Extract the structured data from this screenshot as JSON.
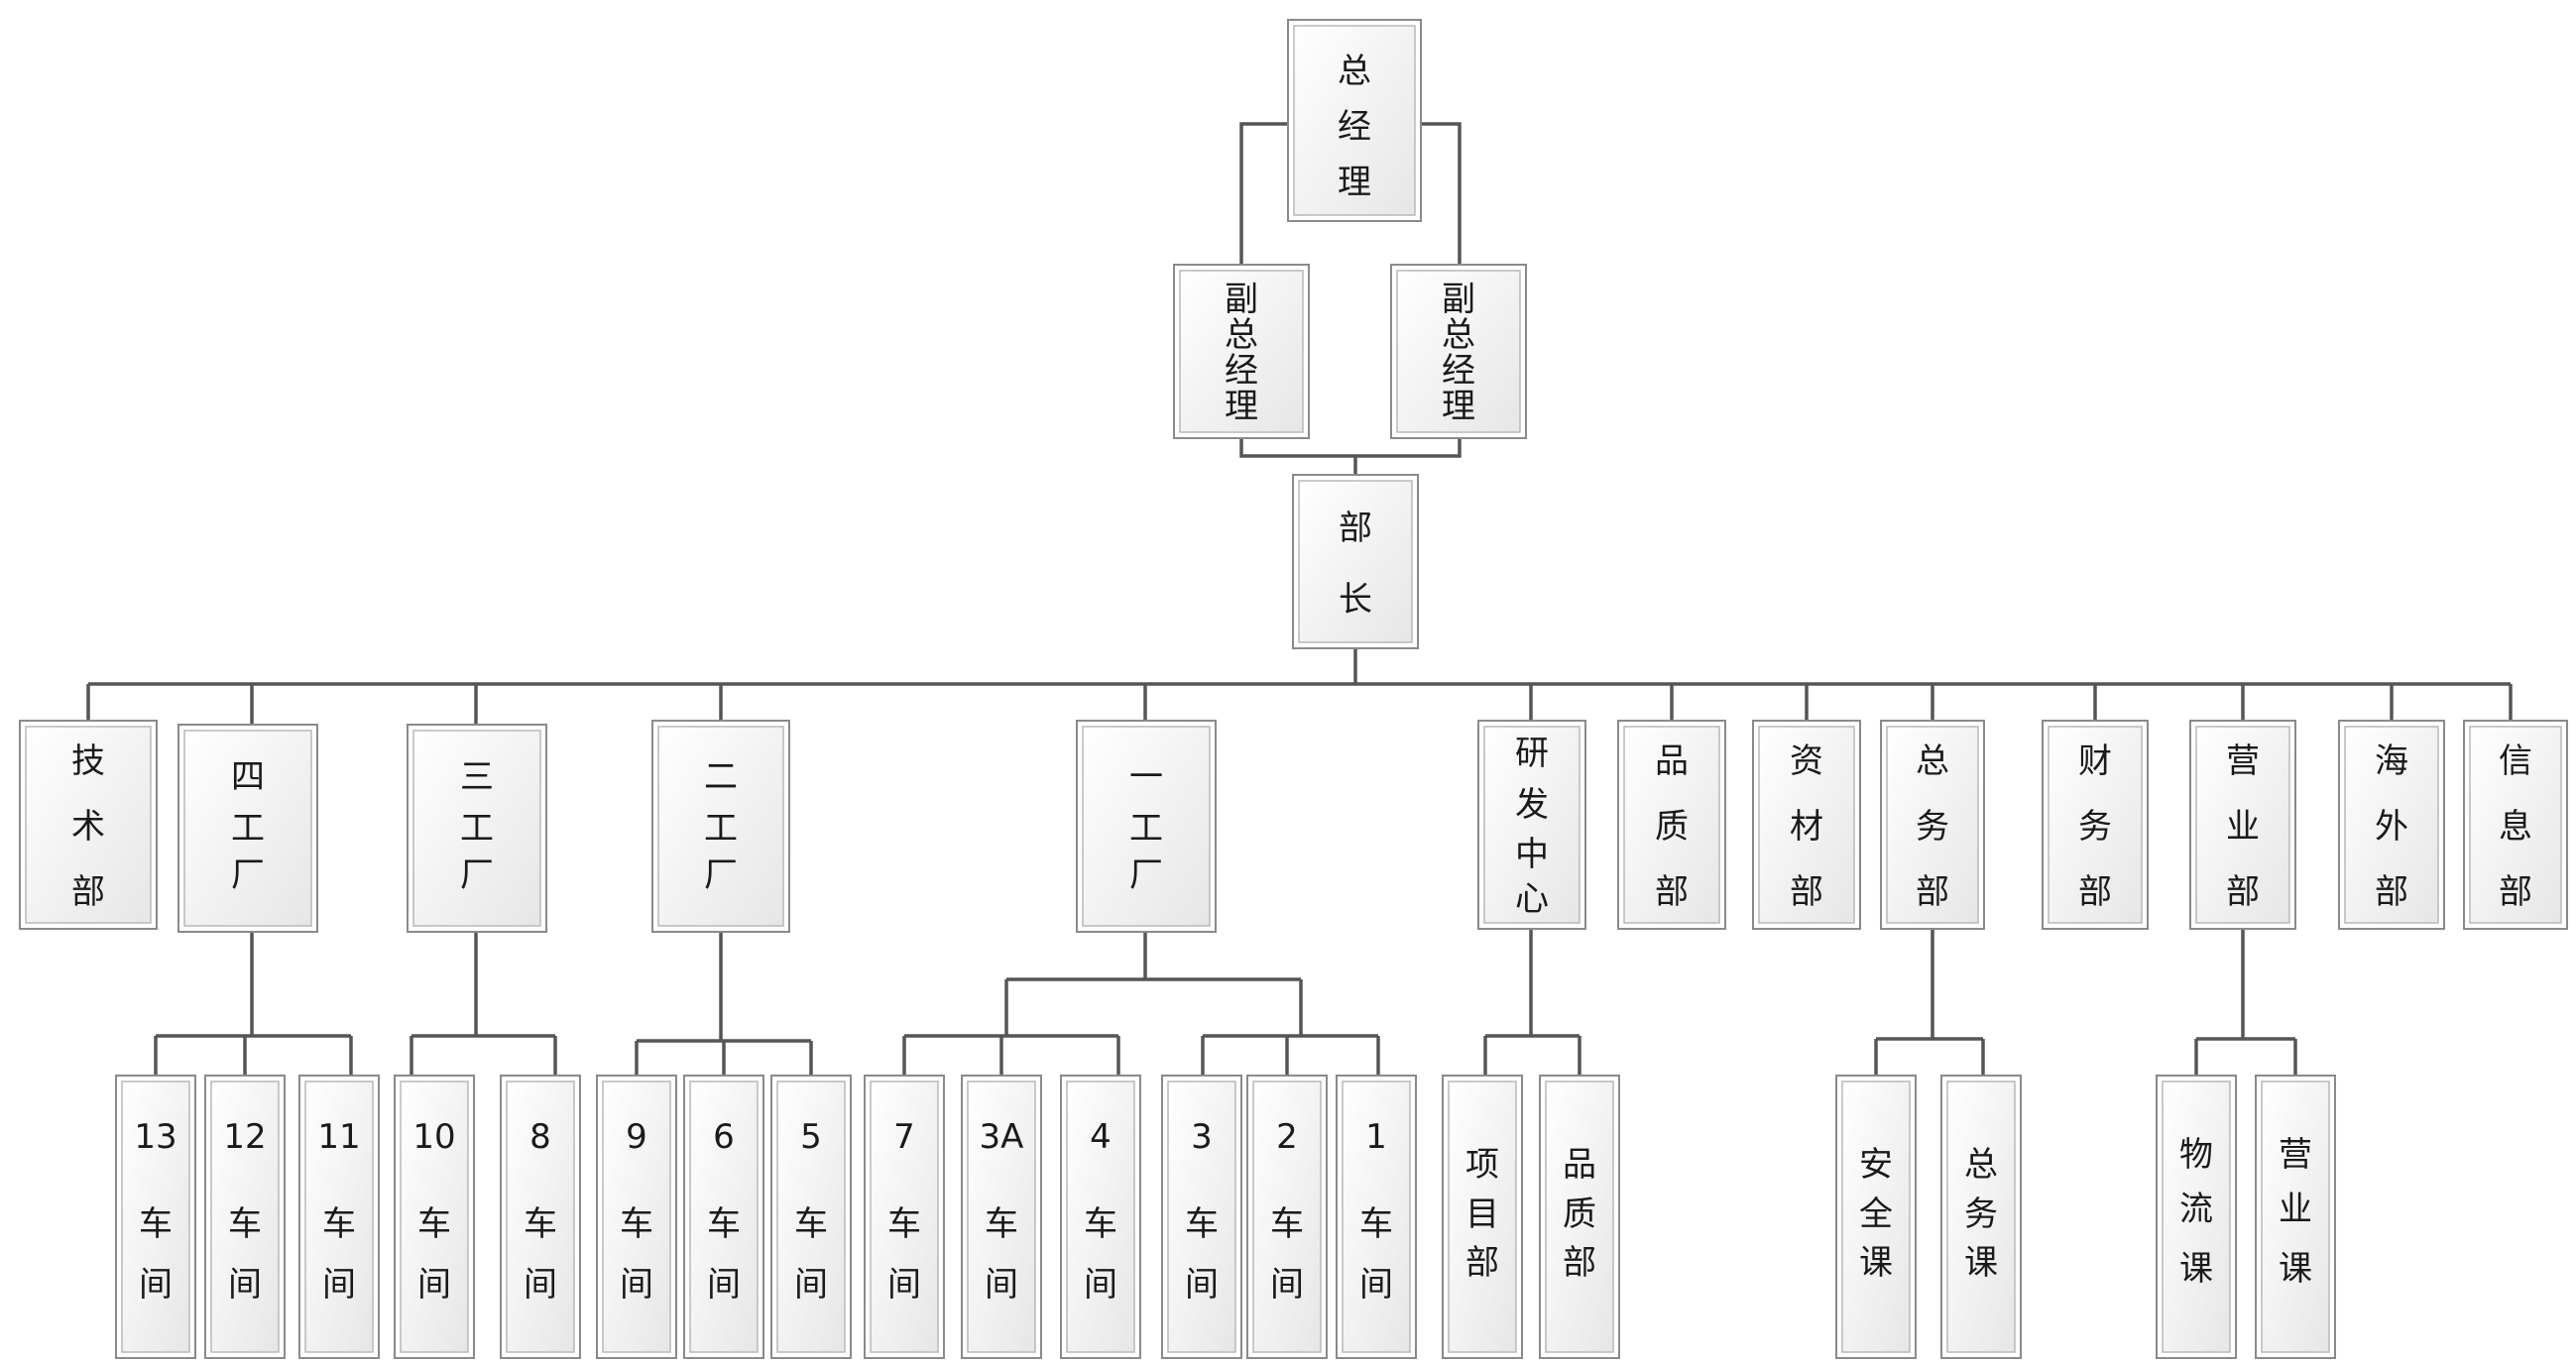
{
  "chart_data": {
    "type": "org-chart",
    "nodes": [
      {
        "id": "gm",
        "label": "总经理",
        "lines": [
          "总",
          "经",
          "理"
        ]
      },
      {
        "id": "dgm1",
        "label": "副总经理",
        "lines": [
          "副",
          "总",
          "经",
          "理"
        ],
        "parent": "gm"
      },
      {
        "id": "dgm2",
        "label": "副总经理",
        "lines": [
          "副",
          "总",
          "经",
          "理"
        ],
        "parent": "gm"
      },
      {
        "id": "minister",
        "label": "部长",
        "lines": [
          "部",
          "长"
        ],
        "parent": [
          "dgm1",
          "dgm2"
        ]
      },
      {
        "id": "tech",
        "label": "技术部",
        "lines": [
          "技",
          "术",
          "部"
        ],
        "parent": "minister"
      },
      {
        "id": "f4",
        "label": "四工厂",
        "lines": [
          "四",
          "工",
          "厂"
        ],
        "parent": "minister"
      },
      {
        "id": "f3",
        "label": "三工厂",
        "lines": [
          "三",
          "工",
          "厂"
        ],
        "parent": "minister"
      },
      {
        "id": "f2",
        "label": "二工厂",
        "lines": [
          "二",
          "工",
          "厂"
        ],
        "parent": "minister"
      },
      {
        "id": "f1",
        "label": "一工厂",
        "lines": [
          "一",
          "工",
          "厂"
        ],
        "parent": "minister"
      },
      {
        "id": "rd",
        "label": "研发中心",
        "lines": [
          "研",
          "发",
          "中",
          "心"
        ],
        "parent": "minister"
      },
      {
        "id": "qa",
        "label": "品质部",
        "lines": [
          "品",
          "质",
          "部"
        ],
        "parent": "minister"
      },
      {
        "id": "mat",
        "label": "资材部",
        "lines": [
          "资",
          "材",
          "部"
        ],
        "parent": "minister"
      },
      {
        "id": "ga",
        "label": "总务部",
        "lines": [
          "总",
          "务",
          "部"
        ],
        "parent": "minister"
      },
      {
        "id": "fin",
        "label": "财务部",
        "lines": [
          "财",
          "务",
          "部"
        ],
        "parent": "minister"
      },
      {
        "id": "sales",
        "label": "营业部",
        "lines": [
          "营",
          "业",
          "部"
        ],
        "parent": "minister"
      },
      {
        "id": "overseas",
        "label": "海外部",
        "lines": [
          "海",
          "外",
          "部"
        ],
        "parent": "minister"
      },
      {
        "id": "info",
        "label": "信息部",
        "lines": [
          "信",
          "息",
          "部"
        ],
        "parent": "minister"
      },
      {
        "id": "ws13",
        "label": "13车间",
        "lines": [
          "13",
          "车",
          "间"
        ],
        "parent": "f4"
      },
      {
        "id": "ws12",
        "label": "12车间",
        "lines": [
          "12",
          "车",
          "间"
        ],
        "parent": "f4"
      },
      {
        "id": "ws11",
        "label": "11车间",
        "lines": [
          "11",
          "车",
          "间"
        ],
        "parent": "f4"
      },
      {
        "id": "ws10",
        "label": "10车间",
        "lines": [
          "10",
          "车",
          "间"
        ],
        "parent": "f3"
      },
      {
        "id": "ws8",
        "label": "8车间",
        "lines": [
          "8",
          "车",
          "间"
        ],
        "parent": "f3"
      },
      {
        "id": "ws9",
        "label": "9车间",
        "lines": [
          "9",
          "车",
          "间"
        ],
        "parent": "f2"
      },
      {
        "id": "ws6",
        "label": "6车间",
        "lines": [
          "6",
          "车",
          "间"
        ],
        "parent": "f2"
      },
      {
        "id": "ws5",
        "label": "5车间",
        "lines": [
          "5",
          "车",
          "间"
        ],
        "parent": "f2"
      },
      {
        "id": "ws7",
        "label": "7车间",
        "lines": [
          "7",
          "车",
          "间"
        ],
        "parent": "f1"
      },
      {
        "id": "ws3a",
        "label": "3A车间",
        "lines": [
          "3A",
          "车",
          "间"
        ],
        "parent": "f1"
      },
      {
        "id": "ws4",
        "label": "4车间",
        "lines": [
          "4",
          "车",
          "间"
        ],
        "parent": "f1"
      },
      {
        "id": "ws3",
        "label": "3车间",
        "lines": [
          "3",
          "车",
          "间"
        ],
        "parent": "f1"
      },
      {
        "id": "ws2",
        "label": "2车间",
        "lines": [
          "2",
          "车",
          "间"
        ],
        "parent": "f1"
      },
      {
        "id": "ws1",
        "label": "1车间",
        "lines": [
          "1",
          "车",
          "间"
        ],
        "parent": "f1"
      },
      {
        "id": "proj",
        "label": "项目部",
        "lines": [
          "项",
          "目",
          "部"
        ],
        "parent": "rd"
      },
      {
        "id": "rdqa",
        "label": "品质部",
        "lines": [
          "品",
          "质",
          "部"
        ],
        "parent": "rd"
      },
      {
        "id": "safety",
        "label": "安全课",
        "lines": [
          "安",
          "全",
          "课"
        ],
        "parent": "ga"
      },
      {
        "id": "gasec",
        "label": "总务课",
        "lines": [
          "总",
          "务",
          "课"
        ],
        "parent": "ga"
      },
      {
        "id": "logi",
        "label": "物流课",
        "lines": [
          "物",
          "流",
          "课"
        ],
        "parent": "sales"
      },
      {
        "id": "salessec",
        "label": "营业课",
        "lines": [
          "营",
          "业",
          "课"
        ],
        "parent": "sales"
      }
    ]
  }
}
